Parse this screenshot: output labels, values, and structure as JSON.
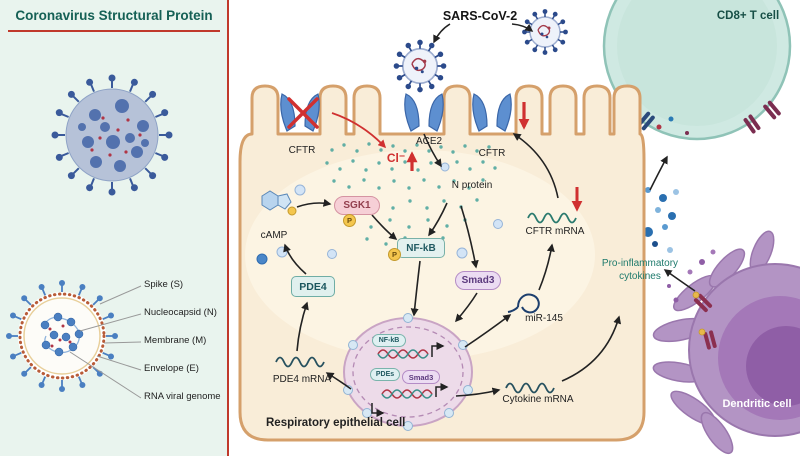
{
  "left_panel": {
    "title": "Coronavirus Structural Protein",
    "virus_labels": [
      {
        "label": "Spike (S)"
      },
      {
        "label": "Nucleocapsid (N)"
      },
      {
        "label": "Membrane (M)"
      },
      {
        "label": "Envelope (E)"
      },
      {
        "label": "RNA viral genome"
      }
    ]
  },
  "cell": {
    "virus_name": "SARS-CoV-2",
    "ace2_label": "ACE2",
    "cftr_label": "CFTR",
    "chloride_label": "Cl⁻",
    "n_protein_label": "N protein",
    "sgk1_label": "SGK1",
    "phospho_label": "P",
    "camp_label": "cAMP",
    "nfkb_label": "NF-kB",
    "pde4_label": "PDE4",
    "smad3_label": "Smad3",
    "cftr_mrna_label": "CFTR mRNA",
    "mir145_label": "miR-145",
    "pde4_mrna_label": "PDE4 mRNA",
    "cytokine_mrna_label": "Cytokine mRNA",
    "cell_name": "Respiratory epithelial cell",
    "nucleus": {
      "nfkb": "NF-kB",
      "pdes": "PDEs",
      "smad3": "Smad3"
    }
  },
  "immune": {
    "cd8_label": "CD8+ T cell",
    "cytokines_line1": "Pro-inflammatory",
    "cytokines_line2": "cytokines",
    "dendritic_label": "Dendritic cell"
  },
  "colors": {
    "accent_red": "#c0392b",
    "panel_green": "#e9f4ee",
    "cell_fill": "#f9edd8",
    "cell_stroke": "#d5a06b",
    "teal": "#1e7a6c"
  }
}
